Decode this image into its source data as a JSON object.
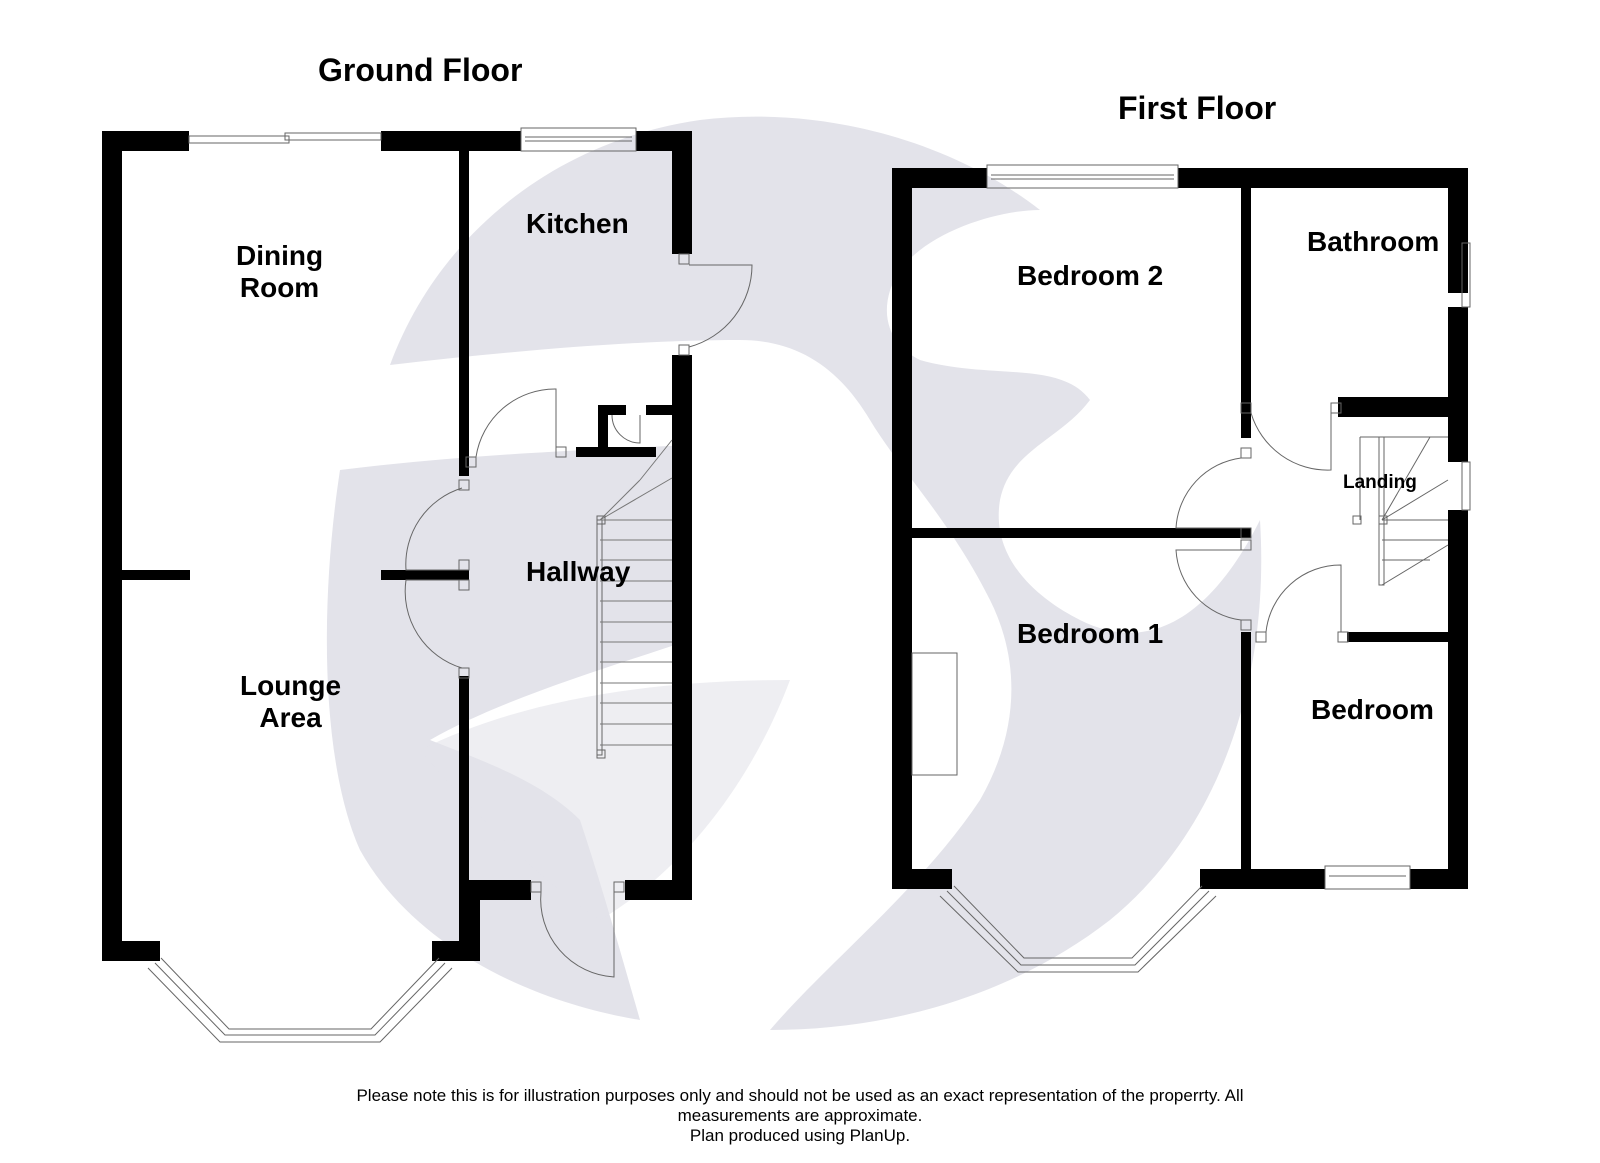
{
  "colors": {
    "wall": "#000000",
    "watermark": "#e3e3ea",
    "fixture_line": "#666666",
    "background": "#ffffff"
  },
  "floors": [
    {
      "title": "Ground Floor",
      "rooms": [
        {
          "name": "Dining Room",
          "lines": [
            "Dining",
            "Room"
          ]
        },
        {
          "name": "Kitchen",
          "lines": [
            "Kitchen"
          ]
        },
        {
          "name": "Hallway",
          "lines": [
            "Hallway"
          ]
        },
        {
          "name": "Lounge Area",
          "lines": [
            "Lounge",
            "Area"
          ]
        }
      ]
    },
    {
      "title": "First Floor",
      "rooms": [
        {
          "name": "Bedroom 2",
          "lines": [
            "Bedroom 2"
          ]
        },
        {
          "name": "Bathroom",
          "lines": [
            "Bathroom"
          ]
        },
        {
          "name": "Landing",
          "lines": [
            "Landing"
          ]
        },
        {
          "name": "Bedroom 1",
          "lines": [
            "Bedroom 1"
          ]
        },
        {
          "name": "Bedroom",
          "lines": [
            "Bedroom"
          ]
        }
      ]
    }
  ],
  "disclaimer": {
    "line1": "Please note this is for illustration purposes only and should not be used as an exact representation of the properrty. All",
    "line2": "measurements are approximate.",
    "line3": "Plan produced using PlanUp."
  }
}
